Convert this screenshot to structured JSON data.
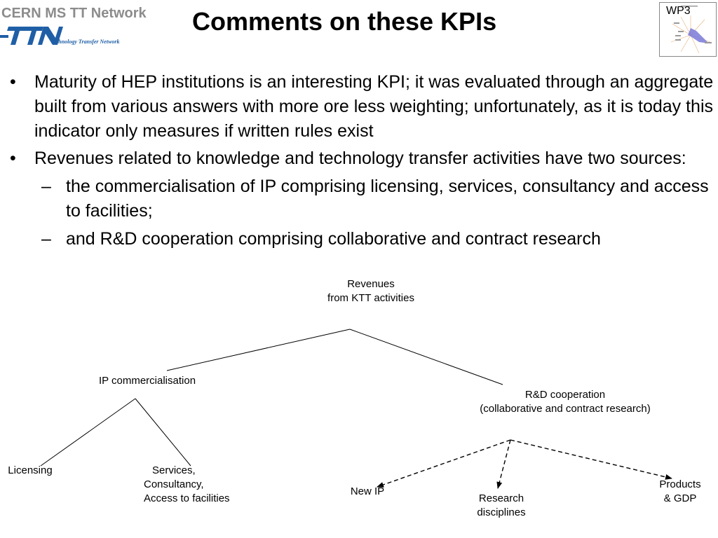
{
  "header": {
    "org_name": "CERN MS TT Network",
    "logo_text": "TTN",
    "logo_tagline": "Technology Transfer Network",
    "title": "Comments on these KPIs",
    "thumbnail_label": "WP3"
  },
  "bullets": [
    {
      "mark": "•",
      "text": "Maturity of HEP institutions is an interesting KPI; it was evaluated through an aggregate built from various answers with more ore less weighting; unfortunately, as it is today this indicator only measures if written rules exist",
      "sub": []
    },
    {
      "mark": "•",
      "text": "Revenues related to knowledge and technology transfer activities have two sources:",
      "sub": [
        {
          "mark": "–",
          "text": "the commercialisation of IP comprising licensing, services, consultancy and access to facilities;"
        },
        {
          "mark": "–",
          "text": "and R&D cooperation comprising collaborative and contract research"
        }
      ]
    }
  ],
  "diagram": {
    "root": {
      "line1": "Revenues",
      "line2": "from KTT activities"
    },
    "ip": {
      "line1": "IP commercialisation"
    },
    "rd": {
      "line1": "R&D cooperation",
      "line2": "(collaborative and contract research)"
    },
    "licensing": {
      "line1": "Licensing"
    },
    "services": {
      "line1": "Services,",
      "line2": "Consultancy,",
      "line3": "Access to facilities"
    },
    "new_ip": {
      "line1": "New IP"
    },
    "research": {
      "line1": "Research",
      "line2": "disciplines"
    },
    "products": {
      "line1": "Products",
      "line2": "& GDP"
    }
  }
}
